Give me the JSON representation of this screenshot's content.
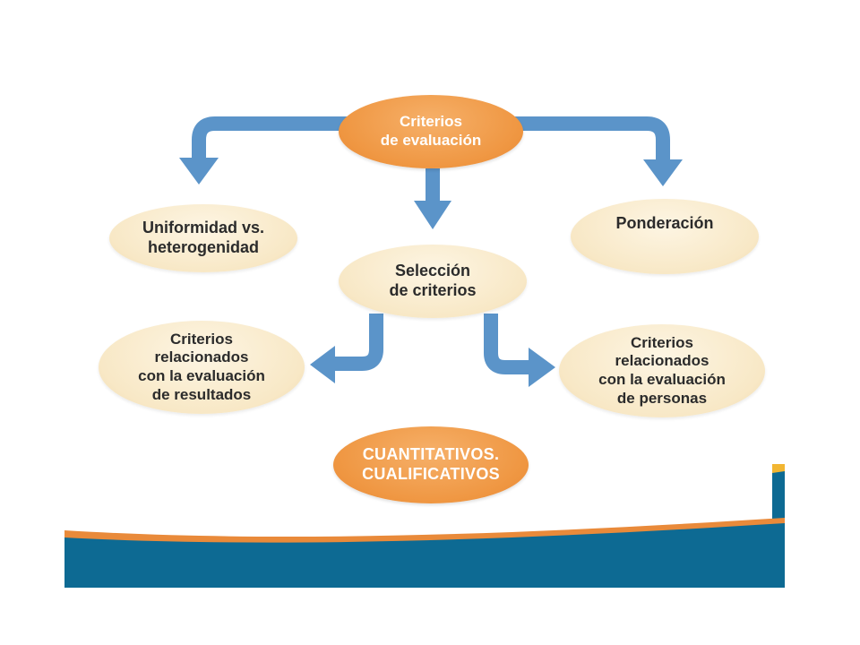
{
  "diagram": {
    "root": {
      "label": "Criterios\nde evaluación"
    },
    "uniformidad": {
      "label": "Uniformidad vs.\nheterogenidad"
    },
    "ponderacion": {
      "label": "Ponderación"
    },
    "seleccion": {
      "label": "Selección\nde criterios"
    },
    "resultados": {
      "label": "Criterios\nrelacionados\ncon la evaluación\nde resultados"
    },
    "personas": {
      "label": "Criterios\nrelacionados\ncon la evaluación\nde personas"
    },
    "cuantitativos": {
      "label": "CUANTITATIVOS.\nCUALIFICATIVOS"
    }
  },
  "colors": {
    "arrow": "#5b94c9",
    "node_cream": "#f8e8c6",
    "node_orange": "#ef9641",
    "band_teal": "#0d6a93",
    "band_orange": "#e98a3a",
    "band_gold": "#f2b632"
  }
}
